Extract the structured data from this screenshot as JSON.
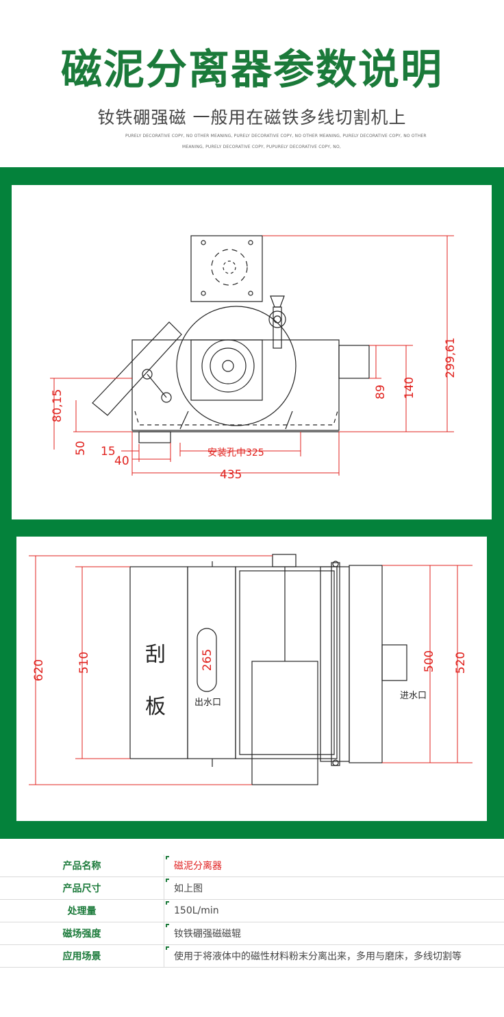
{
  "header": {
    "title": "磁泥分离器参数说明",
    "subtitle": "钕铁硼强磁  一般用在磁铁多线切割机上",
    "fine_line_1": "PURELY DECORATIVE COPY, NO OTHER MEANING, PURELY DECORATIVE COPY, NO OTHER MEANING, PURELY DECORATIVE COPY, NO OTHER",
    "fine_line_2": "MEANING, PURELY DECORATIVE COPY, PUPURELY DECORATIVE COPY, NO,"
  },
  "drawing_side": {
    "dim_height_total": "299,61",
    "dim_140": "140",
    "dim_89": "89",
    "dim_80": "80,15",
    "dim_50": "50",
    "dim_15": "15",
    "dim_40": "40",
    "dim_hole": "安装孔中325",
    "dim_435": "435"
  },
  "drawing_top": {
    "dim_620": "620",
    "dim_510": "510",
    "dim_265": "265",
    "dim_500": "500",
    "dim_520": "520",
    "label_scraper_1": "刮",
    "label_scraper_2": "板",
    "label_outlet": "出水口",
    "label_inlet": "进水口"
  },
  "specs": [
    {
      "key": "产品名称",
      "value": "磁泥分离器"
    },
    {
      "key": "产品尺寸",
      "value": "如上图"
    },
    {
      "key": "处理量",
      "value": "150L/min"
    },
    {
      "key": "磁场强度",
      "value": "钕铁硼强磁磁辊"
    },
    {
      "key": "应用场景",
      "value": "使用于将液体中的磁性材料粉末分离出来，多用与磨床，多线切割等"
    }
  ],
  "colors": {
    "brand_green": "#04823b",
    "title_green": "#1b7a3a",
    "dim_red": "#e0201c"
  }
}
